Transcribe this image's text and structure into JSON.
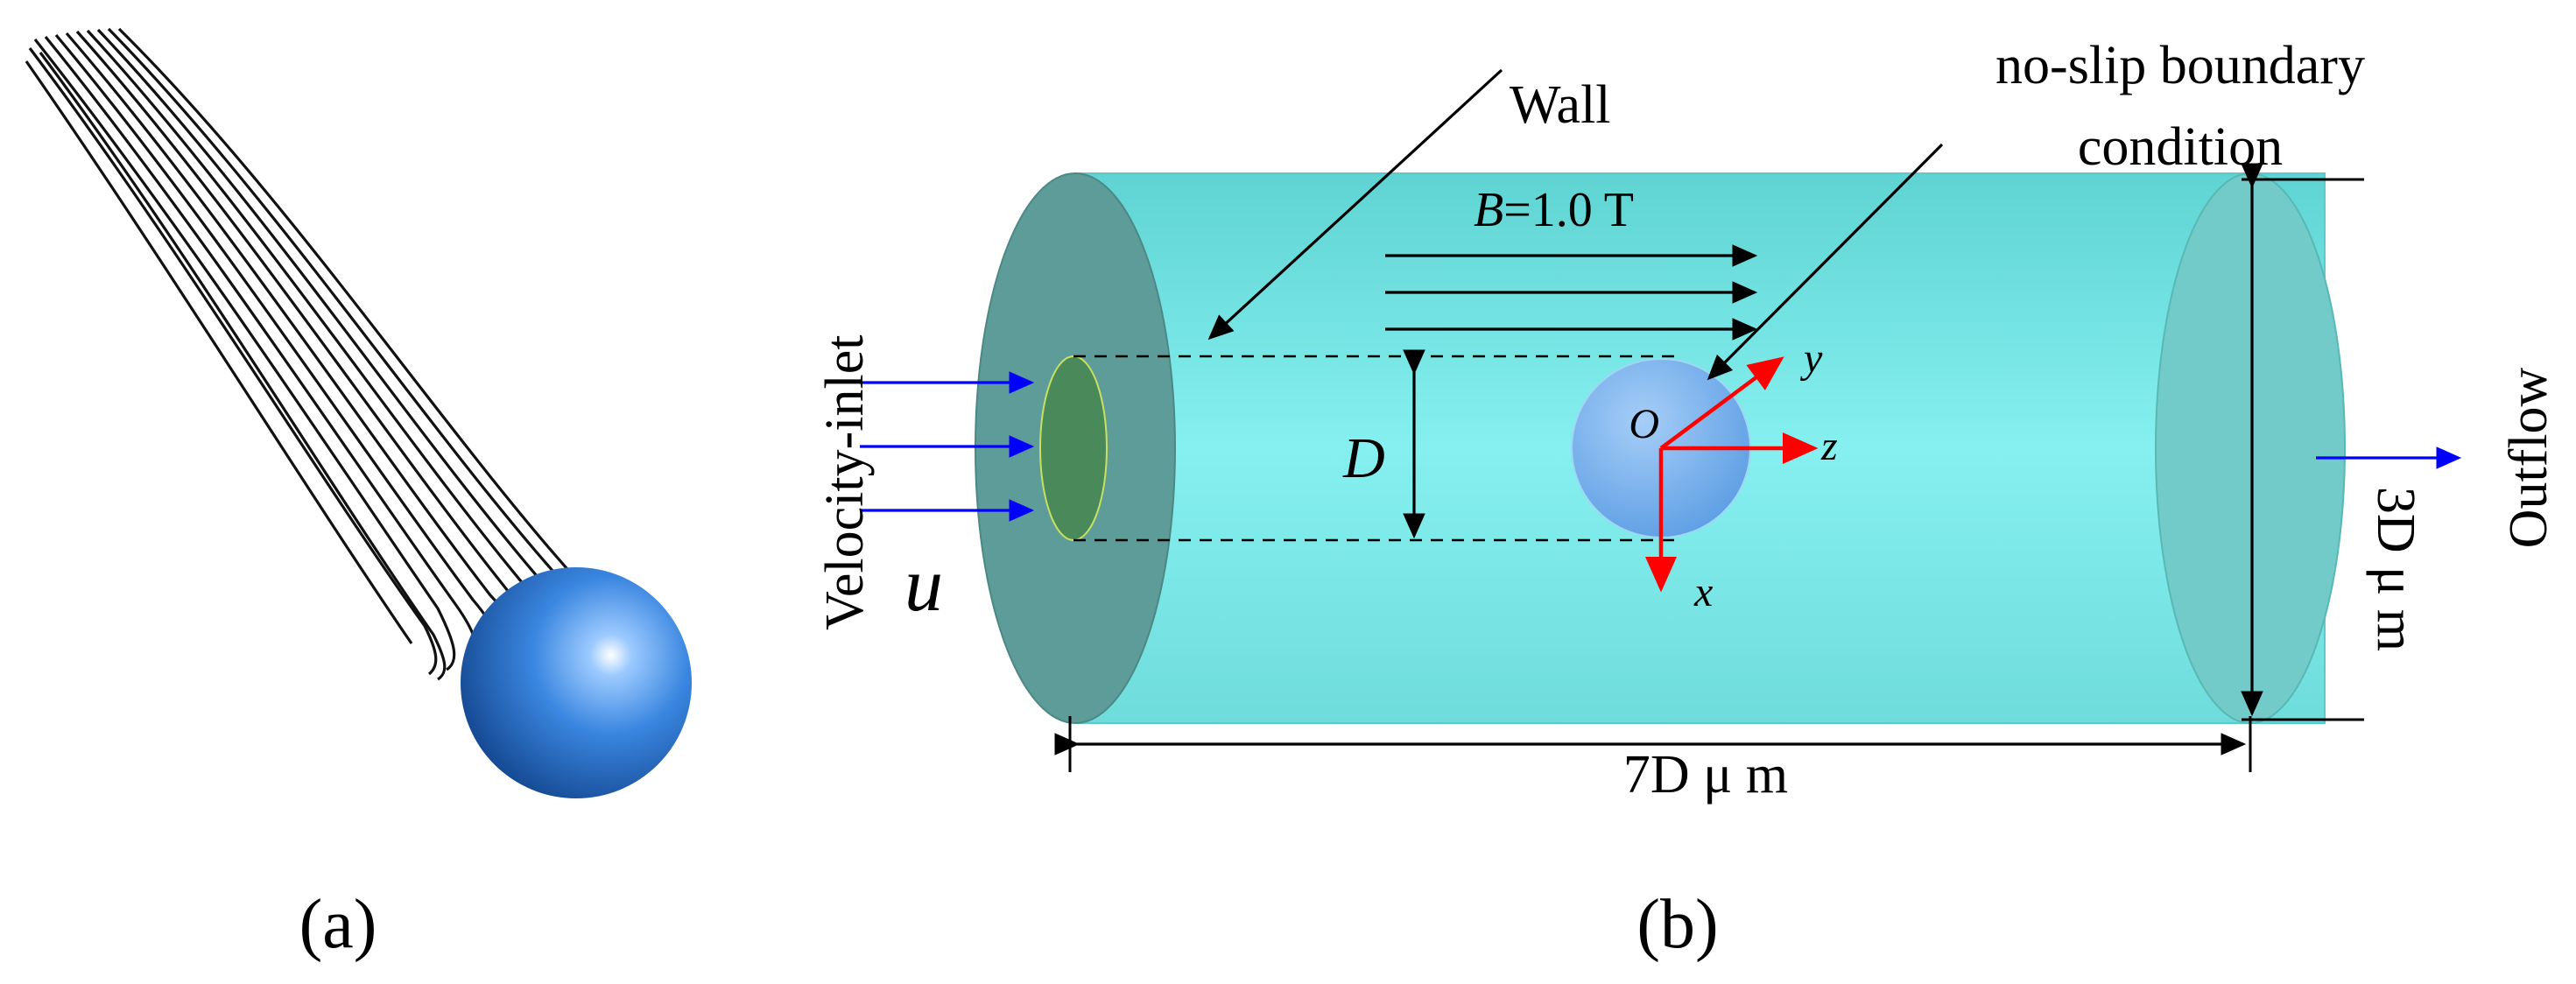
{
  "panels": {
    "a": {
      "label": "(a)"
    },
    "b": {
      "label": "(b)"
    }
  },
  "annotations": {
    "wall": "Wall",
    "boundary_line1": "no-slip boundary",
    "boundary_line2": "condition",
    "field": "B=1.0 T",
    "field_symbol": "B",
    "field_value": "=1.0 T",
    "inlet": "Velocity-inlet",
    "velocity_symbol": "u",
    "diameter": "D",
    "origin": "O",
    "axis_x": "x",
    "axis_y": "y",
    "axis_z": "z",
    "outflow": "Outflow",
    "length": "7D μ m",
    "height": "3D μ m"
  },
  "colors": {
    "cylinder_body": "#7ee8e8",
    "cylinder_end": "#5a9a96",
    "inlet_disk": "#4a8a5a",
    "sphere": "#3a86e0",
    "arrows_flow": "#0000ff",
    "axes": "#ff0000"
  }
}
